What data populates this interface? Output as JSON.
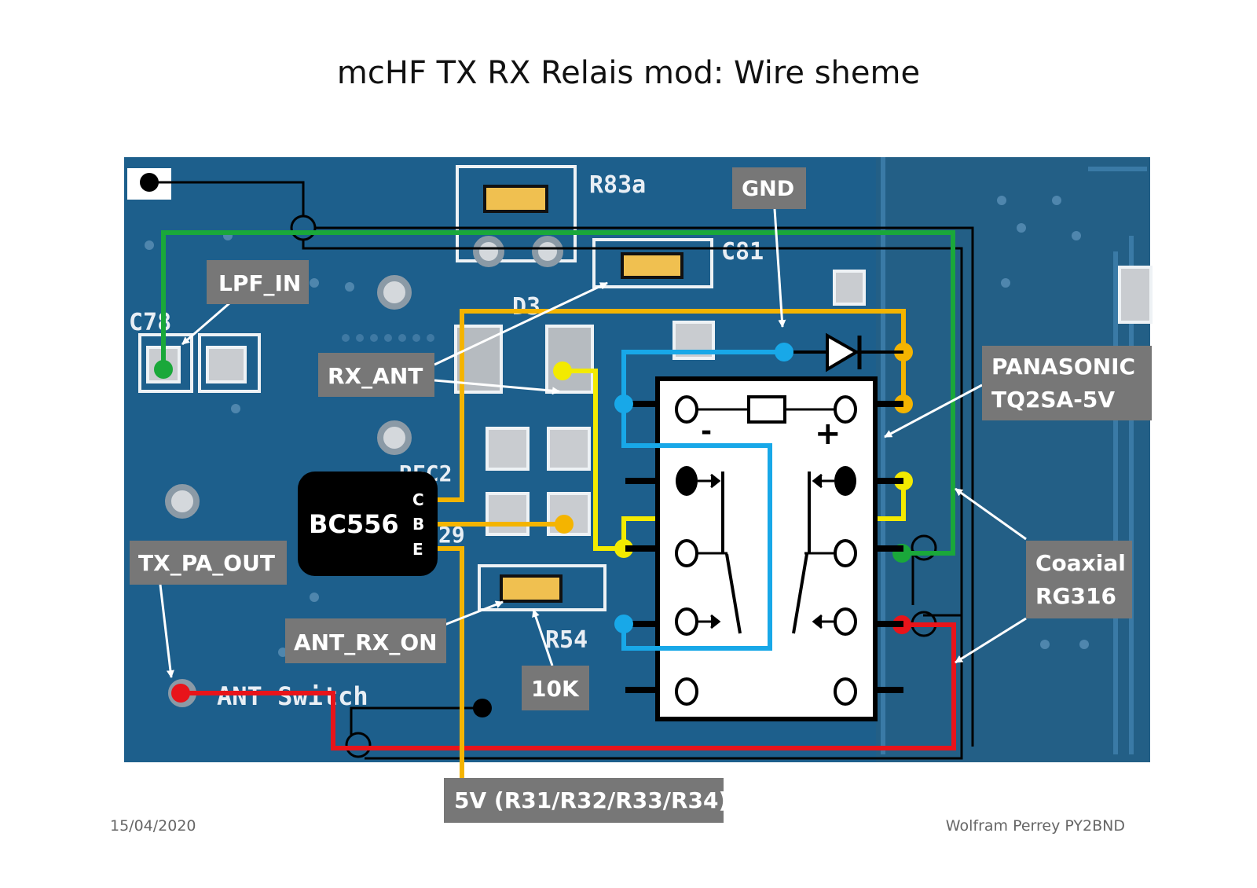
{
  "title": "mcHF TX RX Relais mod: Wire sheme",
  "labels": {
    "lpf_in": "LPF_IN",
    "rx_ant": "RX_ANT",
    "gnd": "GND",
    "panasonic_1": "PANASONIC",
    "panasonic_2": "TQ2SA-5V",
    "tx_pa_out": "TX_PA_OUT",
    "ant_rx_on": "ANT_RX_ON",
    "r10k": "10K",
    "coaxial_1": "Coaxial",
    "coaxial_2": "RG316",
    "supply": "5V (R31/R32/R33/R34)"
  },
  "transistor": {
    "name": "BC556",
    "pin_c": "C",
    "pin_b": "B",
    "pin_e": "E"
  },
  "relay": {
    "minus": "-",
    "plus": "+"
  },
  "silkscreen": {
    "r83a": "R83a",
    "c81": "C81",
    "c78": "C78",
    "d3": "D3",
    "r54": "R54",
    "ant_switch": "ANT Switch",
    "rfc2": "RFC2",
    "r29": "29"
  },
  "colors": {
    "pcb": "#1d5f8c",
    "label_bg": "#777777",
    "wire_green": "#1aa83a",
    "wire_orange": "#f4b400",
    "wire_yellow": "#f3ea00",
    "wire_blue": "#18a8e8",
    "wire_red": "#e8141a",
    "wire_black": "#000000"
  },
  "footer": {
    "date": "15/04/2020",
    "author": "Wolfram Perrey PY2BND"
  }
}
